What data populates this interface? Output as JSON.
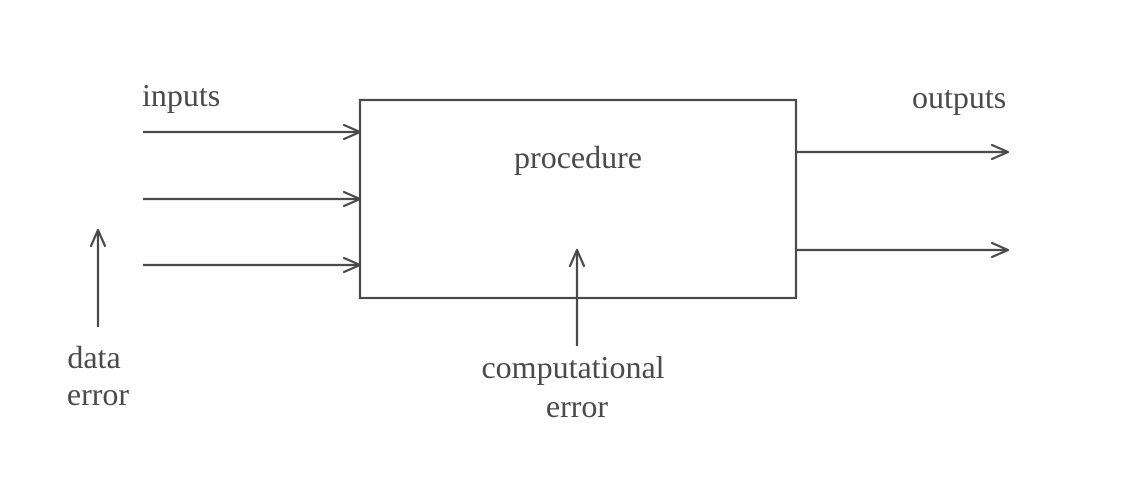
{
  "diagram": {
    "block_label": "procedure",
    "inputs_label": "inputs",
    "outputs_label": "outputs",
    "data_error_label": [
      "data",
      "error"
    ],
    "computational_error_label": [
      "computational",
      "error"
    ],
    "input_arrow_count": 3,
    "output_arrow_count": 2,
    "ink_color": "#4a4a4a",
    "background_color": "#ffffff"
  }
}
